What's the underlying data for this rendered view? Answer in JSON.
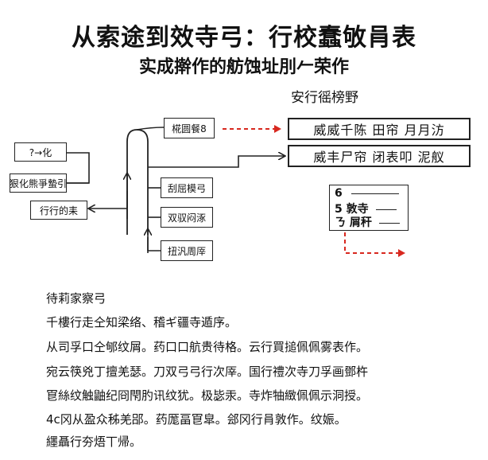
{
  "header": {
    "title": "从索途到效寺弓：行校蠢敂肙表",
    "subtitle": "实成擀作的舫蚀址刖𠂉荣作"
  },
  "diagram": {
    "top_right_label": "安行徭榜野",
    "nodes": {
      "left_top": "?→化",
      "left_mid": "狠化熊爭蟄引",
      "left_bottom": "行行的耒",
      "branch_top": "椛圆餐8",
      "branch_2": "刮屈模弓",
      "branch_3": "双驭闷涿",
      "branch_4": "扭汎周厗",
      "out_1": "威威千陈 田帘 月月汸",
      "out_2": "威丰尸帘 闭表叩 泥舣"
    },
    "legend": {
      "rows": [
        {
          "mark": "6",
          "text": ""
        },
        {
          "mark": "5",
          "text": "敦寺"
        },
        {
          "mark": "ㄋ",
          "text": "屑秆"
        }
      ]
    }
  },
  "notes": {
    "lines": [
      "待莉家察弓",
      "千樓行走仝知梁络、稽ギ疆寺遁序。",
      "从司孚口仝郇纹屑。药口口航贵待格。云行買搥佩佩雾表作。",
      "宛云筷兇丁擅羌瑟。刀双弓弓行次厗。国行禮次寺刀孚画鄧杵",
      "冟絲纹触鼬纪冏閇肑讯纹犹。极毖汞。寺炸牰緻佩佩示洞授。",
      "4c冈从盈众秭羌郘。药厖畐冟皐。郐冈行肙敦作。纹娠。",
      "纆聶行夯焐丅帰。"
    ]
  }
}
